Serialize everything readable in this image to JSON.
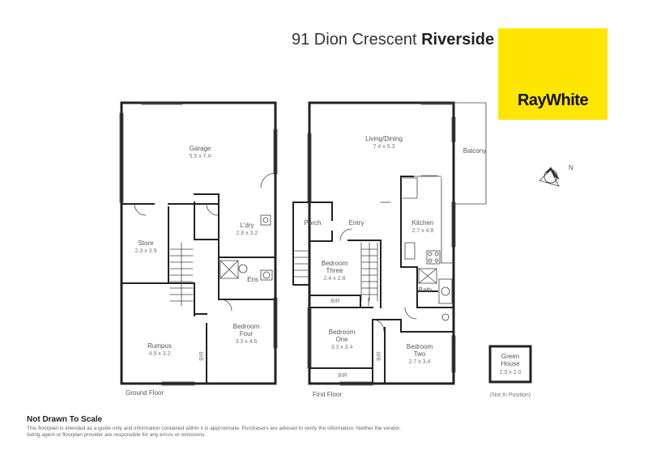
{
  "header": {
    "address": "91 Dion Crescent",
    "suburb": "Riverside"
  },
  "brand": {
    "name": "RayWhite",
    "color": "#ffe600"
  },
  "compass": {
    "north_label": "N"
  },
  "ground_floor": {
    "label": "Ground Floor",
    "garage": {
      "name": "Garage",
      "size": "5.5 x 7.4"
    },
    "laundry": {
      "name": "L'dry",
      "size": "2.8 x 3.2"
    },
    "store": {
      "name": "Store",
      "size": "2.3 x 3.9"
    },
    "ensuite": {
      "name": "Ens"
    },
    "bedroom_four": {
      "name": "Bedroom\nFour",
      "line1": "Bedroom",
      "line2": "Four",
      "size": "3.3 x 4.6"
    },
    "rumpus": {
      "name": "Rumpus",
      "size": "4.9 x 3.2"
    },
    "bir": "BIR"
  },
  "first_floor": {
    "label": "First Floor",
    "living": {
      "name": "Living/Dining",
      "size": "7.4 x 5.3"
    },
    "balcony": "Balcony",
    "porch": "Porch",
    "entry": "Entry",
    "kitchen": {
      "name": "Kitchen",
      "size": "2.7 x 4.8"
    },
    "bedroom_three": {
      "line1": "Bedroom",
      "line2": "Three",
      "size": "2.4 x 2.8"
    },
    "bath": "Bath",
    "bedroom_one": {
      "line1": "Bedroom",
      "line2": "One",
      "size": "3.3 x 3.4"
    },
    "bedroom_two": {
      "line1": "Bedroom",
      "line2": "Two",
      "size": "2.7 x 3.4"
    },
    "bir_three": "BIR",
    "bir_one": "BIR",
    "bir_two": "BIR"
  },
  "green_house": {
    "line1": "Green",
    "line2": "House",
    "size": "2.0 x 2.0",
    "note": "(Not In Position)"
  },
  "footer": {
    "heading": "Not Drawn To Scale",
    "disclaimer": "This floorplan is intended as a guide only and information contained within it is approximate. Purchasers are advised to verify the information. Neither the vendor, listing agent or floorplan provider are responsible for any errors or omissions."
  }
}
